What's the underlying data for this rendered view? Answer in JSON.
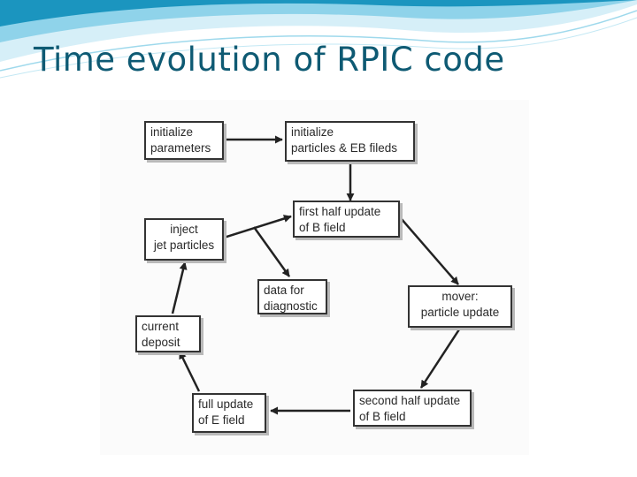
{
  "slide": {
    "title": "Time evolution of RPIC code",
    "accent_color": "#0e5a73",
    "wave_colors": [
      "#1b95bf",
      "#8fd3ea",
      "#d6eff8"
    ]
  },
  "diagram": {
    "boxes": {
      "initialize_parameters": [
        "initialize",
        "parameters"
      ],
      "initialize_particles": [
        "initialize",
        "particles & EB fileds"
      ],
      "first_half_update": [
        "first half update",
        "of B field"
      ],
      "inject_jet_particles": [
        "inject",
        "jet particles"
      ],
      "data_for_diagnostic": [
        "data for",
        "diagnostic"
      ],
      "mover": [
        "mover:",
        "particle update"
      ],
      "current_deposit": [
        "current",
        "deposit"
      ],
      "full_update_e_field": [
        "full update",
        "of E field"
      ],
      "second_half_update": [
        "second half update",
        "of B field"
      ]
    },
    "line_color": "#222222"
  }
}
